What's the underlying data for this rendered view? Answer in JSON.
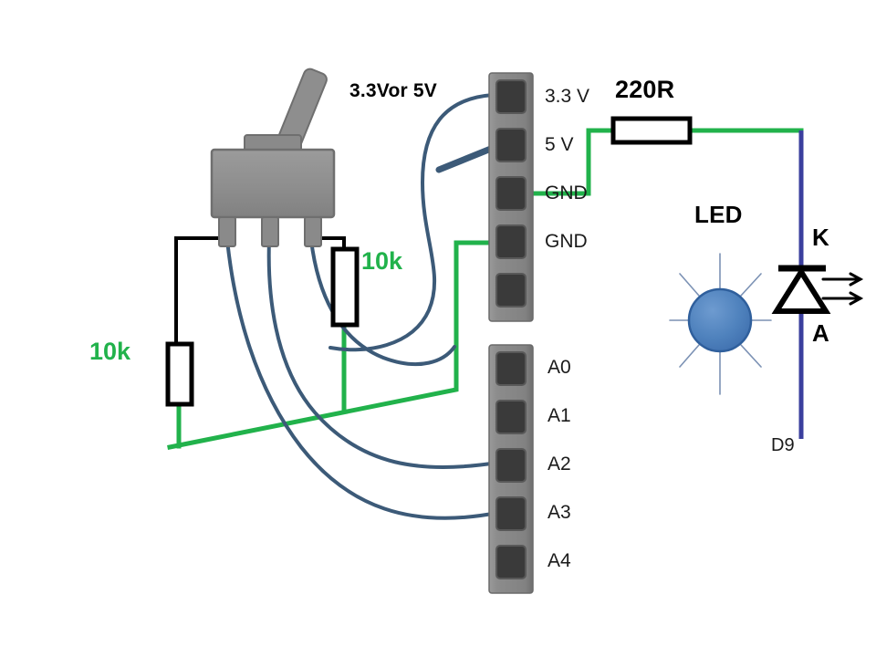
{
  "diagram": {
    "title": "Toggle switch and LED wiring diagram",
    "background": "#ffffff",
    "colors": {
      "wire_blue": "#3c5a78",
      "wire_green": "#21b24b",
      "wire_black": "#000000",
      "wire_indigo": "#3b3f9e",
      "header_body": "#8c8c8c",
      "header_socket": "#3a3a3a",
      "switch_body": "#8c8c8c",
      "led_fill": "#4a7ebb",
      "label_green": "#21b24b",
      "label_black": "#000000"
    }
  },
  "power_header": {
    "name": "power-header",
    "pins": [
      {
        "label": "3.3 V"
      },
      {
        "label": "5 V"
      },
      {
        "label": "GND"
      },
      {
        "label": "GND"
      },
      {
        "label": ""
      }
    ]
  },
  "analog_header": {
    "name": "analog-header",
    "pins": [
      {
        "label": "A0"
      },
      {
        "label": "A1"
      },
      {
        "label": "A2"
      },
      {
        "label": "A3"
      },
      {
        "label": "A4"
      }
    ]
  },
  "annotations": {
    "supply_note": "3.3Vor 5V",
    "resistor_220": "220R",
    "resistor_10k_left": "10k",
    "resistor_10k_right": "10k",
    "led_title": "LED",
    "cathode": "K",
    "anode": "A",
    "pin_d9": "D9"
  },
  "components": {
    "toggle_switch": {
      "name": "toggle-switch",
      "pin_count": 3
    },
    "resistor_220": {
      "name": "resistor-220r",
      "value": "220R",
      "orientation": "horizontal"
    },
    "resistor_10k_left": {
      "name": "resistor-10k-left",
      "value": "10k",
      "orientation": "vertical"
    },
    "resistor_10k_right": {
      "name": "resistor-10k-right",
      "value": "10k",
      "orientation": "vertical"
    },
    "led_symbol": {
      "name": "led-diode-symbol",
      "cathode": "K",
      "anode": "A"
    },
    "led_glow": {
      "name": "led-glow-illustration"
    }
  }
}
